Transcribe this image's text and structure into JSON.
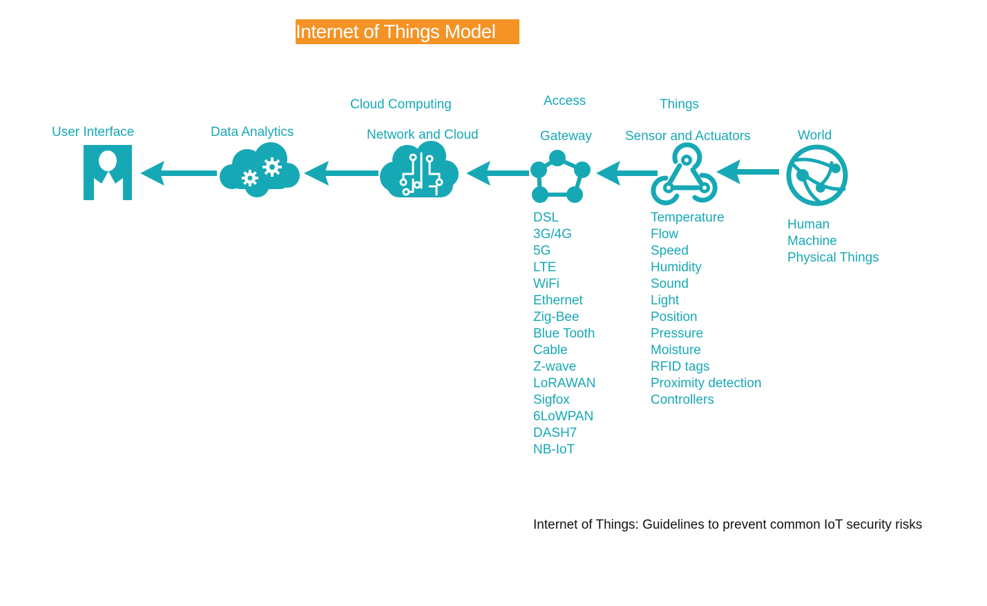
{
  "title": "Internet of Things Model",
  "colors": {
    "accent": "#17a8b5",
    "title_bg": "#f39325",
    "title_text": "#ffffff",
    "caption_text": "#111111"
  },
  "stages": {
    "user_interface": {
      "label": "User Interface",
      "icon": "user-interface-icon"
    },
    "data_analytics": {
      "label": "Data Analytics",
      "icon": "cloud-gears-icon"
    },
    "network_cloud": {
      "top_label": "Cloud Computing",
      "label": "Network and Cloud",
      "icon": "cloud-circuit-brain-icon"
    },
    "gateway": {
      "top_label": "Access",
      "label": "Gateway",
      "icon": "pentagon-network-icon"
    },
    "sensors": {
      "top_label": "Things",
      "label": "Sensor and Actuators",
      "icon": "webhook-icon"
    },
    "world": {
      "label": "World",
      "icon": "globe-network-icon"
    }
  },
  "lists": {
    "gateway": [
      "DSL",
      "3G/4G",
      "5G",
      "LTE",
      "WiFi",
      "Ethernet",
      "Zig-Bee",
      "Blue Tooth",
      "Cable",
      "Z-wave",
      "LoRAWAN",
      "Sigfox",
      "6LoWPAN",
      "DASH7",
      "NB-IoT"
    ],
    "sensors": [
      "Temperature",
      "Flow",
      "Speed",
      "Humidity",
      "Sound",
      "Light",
      "Position",
      "Pressure",
      "Moisture",
      "RFID tags",
      "Proximity detection",
      "Controllers"
    ],
    "world": [
      "Human",
      "Machine",
      "Physical Things"
    ]
  },
  "caption": "Internet of Things: Guidelines to prevent common IoT security risks"
}
